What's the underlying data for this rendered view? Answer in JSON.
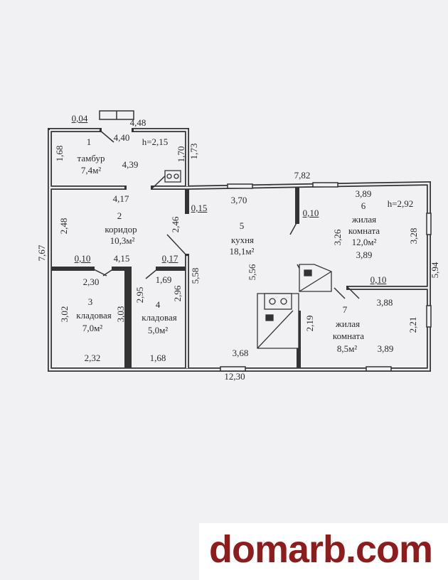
{
  "rooms": [
    {
      "num": "1",
      "name": "тамбур",
      "area": "7,4м²"
    },
    {
      "num": "2",
      "name": "коридор",
      "area": "10,3м²"
    },
    {
      "num": "3",
      "name": "кладовая",
      "area": "7,0м²"
    },
    {
      "num": "4",
      "name": "кладовая",
      "area": "5,0м²"
    },
    {
      "num": "5",
      "name": "кухня",
      "area": "18,1м²"
    },
    {
      "num": "6",
      "name1": "жилая",
      "name2": "комната",
      "area": "12,0м²"
    },
    {
      "num": "7",
      "name1": "жилая",
      "name2": "комната",
      "area": "8,5м²"
    }
  ],
  "heights": {
    "h1": "h=2,15",
    "h2": "h=2,92"
  },
  "dims": [
    "0,04",
    "4,48",
    "4,40",
    "1,68",
    "1,70",
    "1,73",
    "4,39",
    "4,17",
    "0,15",
    "3,70",
    "7,82",
    "2,48",
    "2,46",
    "0,10",
    "4,15",
    "0,17",
    "2,30",
    "1,69",
    "3,02",
    "3,03",
    "2,95",
    "2,96",
    "2,32",
    "1,68",
    "5,58",
    "5,56",
    "3,68",
    "12,30",
    "3,89",
    "0,10",
    "3,26",
    "3,28",
    "3,89",
    "7,67",
    "5,94",
    "0,10",
    "3,88",
    "2,19",
    "2,21",
    "3,89"
  ],
  "colors": {
    "background": "#f1f1f4",
    "walls": "#333333",
    "watermark": "#8e1c1c"
  },
  "watermark": "domarb.com"
}
